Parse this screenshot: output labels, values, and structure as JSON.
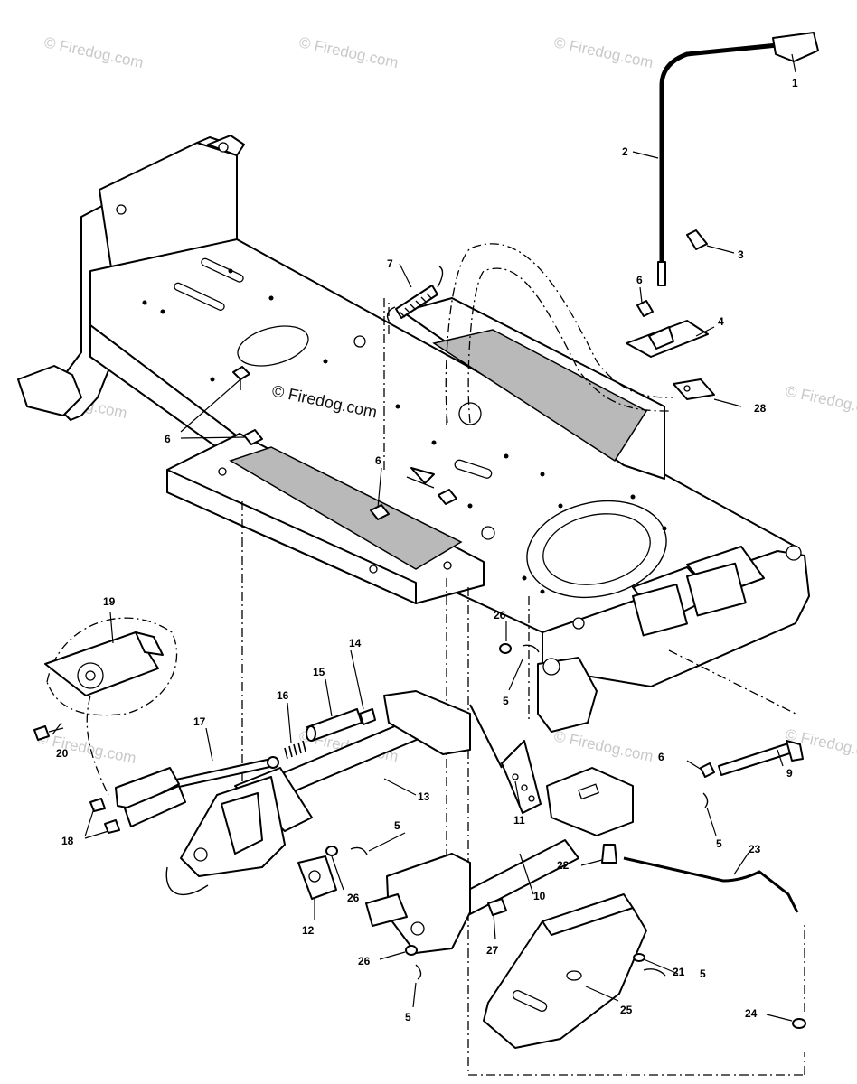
{
  "watermark": "© Firedog.com",
  "callouts": {
    "c1": "1",
    "c2": "2",
    "c3": "3",
    "c4": "4",
    "c5a": "5",
    "c5b": "5",
    "c5c": "5",
    "c5d": "5",
    "c5e": "5",
    "c6a": "6",
    "c6b": "6",
    "c6c": "6",
    "c6d": "6",
    "c7": "7",
    "c9": "9",
    "c10": "10",
    "c11": "11",
    "c12": "12",
    "c13": "13",
    "c14": "14",
    "c15": "15",
    "c16": "16",
    "c17": "17",
    "c18": "18",
    "c19": "19",
    "c20": "20",
    "c21": "21",
    "c22": "22",
    "c23": "23",
    "c24": "24",
    "c25": "25",
    "c26a": "26",
    "c26b": "26",
    "c26c": "26",
    "c27": "27",
    "c28": "28"
  }
}
